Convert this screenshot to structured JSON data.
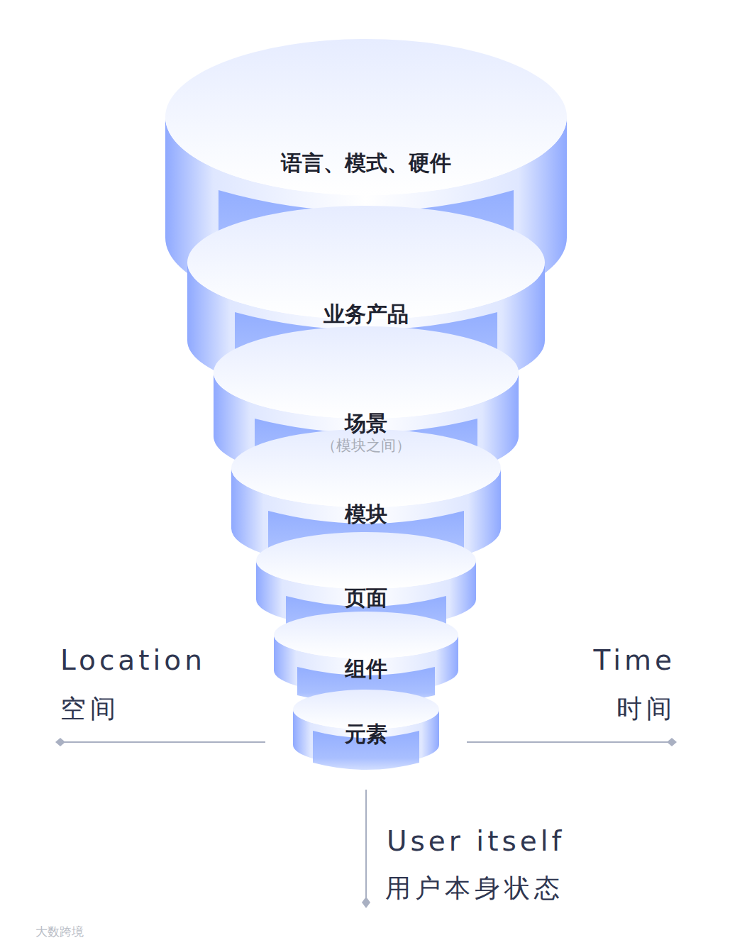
{
  "diagram": {
    "nodes": [
      {
        "text": [
          "语言、模式、硬件"
        ]
      },
      {
        "text": [
          "业务产品"
        ]
      },
      {
        "text": [
          "场景",
          "（模块之间）"
        ]
      },
      {
        "text": [
          "模块"
        ]
      },
      {
        "text": [
          "页面"
        ]
      },
      {
        "text": [
          "组件"
        ]
      },
      {
        "text": [
          "元素"
        ]
      }
    ],
    "labels": [
      "Location",
      "空间",
      "Time",
      "时间",
      "User itself",
      "用户本身状态",
      "大数跨境"
    ]
  }
}
